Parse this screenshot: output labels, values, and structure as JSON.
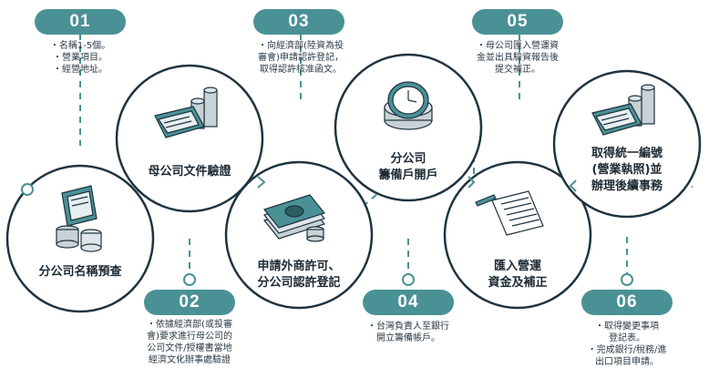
{
  "colors": {
    "accent": "#4a9196",
    "outline": "#1f3440",
    "dash": "#4a9196"
  },
  "steps": [
    {
      "number": "01",
      "title": [
        "分公司名稱預查"
      ],
      "notes": [
        "・名稱1-5個。",
        "・營業項目。",
        "・經營地址。"
      ],
      "icon": "cracked-document-coins-icon"
    },
    {
      "number": "02",
      "title": [
        "母公司文件驗證"
      ],
      "notes": [
        "・依據經濟部(或投審",
        "會)要求進行母公司的",
        "公司文件/授權書當地",
        "經濟文化辦事處驗證"
      ],
      "icon": "card-coins-icon"
    },
    {
      "number": "03",
      "title": [
        "申請外商許可、",
        "分公司認許登記"
      ],
      "notes": [
        "・向經濟部(陸資為投",
        "審會)申請認許登記，",
        "取得認許核准函文。"
      ],
      "icon": "money-stack-icon"
    },
    {
      "number": "04",
      "title": [
        "分公司",
        "籌備戶開戶"
      ],
      "notes": [
        "・台灣負責人至銀行",
        "開立籌備帳戶。"
      ],
      "icon": "clock-coins-icon"
    },
    {
      "number": "05",
      "title": [
        "匯入營運",
        "資金及補正"
      ],
      "notes": [
        "・母公司匯入營運資",
        "金並出具驗資報告後",
        "提交補正。"
      ],
      "icon": "notepad-pen-icon"
    },
    {
      "number": "06",
      "title": [
        "取得統一編號",
        "(營業執照)並",
        "辦理後續事務"
      ],
      "notes": [
        "・取得變更事項",
        "登記表。",
        "・完成銀行/稅務/進",
        "出口項目申請。"
      ],
      "icon": "card-coins-icon"
    }
  ]
}
